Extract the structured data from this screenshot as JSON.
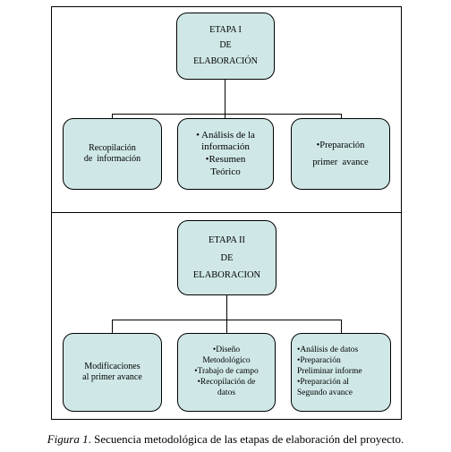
{
  "stage1": {
    "header": [
      "ETAPA I",
      "DE",
      "ELABORACIÓN"
    ],
    "boxes": [
      [
        "Recopilación",
        "de  información"
      ],
      [
        "• Análisis de la",
        "información",
        "•Resumen",
        "Teórico"
      ],
      [
        "•Preparación",
        "primer  avance"
      ]
    ]
  },
  "stage2": {
    "header": [
      "ETAPA II",
      "DE",
      "ELABORACION"
    ],
    "boxes": [
      [
        "Modificaciones",
        "al primer avance"
      ],
      [
        "•Diseño",
        "Metodológico",
        "•Trabajo de campo",
        "•Recopilación de",
        "datos"
      ],
      [
        "•Análisis de datos",
        "•Preparación",
        "Preliminar informe",
        "•Preparación al",
        "Segundo avance"
      ]
    ]
  },
  "caption": {
    "label": "Figura 1",
    "text": ". Secuencia metodológica de las etapas de elaboración del proyecto."
  },
  "colors": {
    "box_fill": "#cfe8e7",
    "border": "#000000"
  }
}
